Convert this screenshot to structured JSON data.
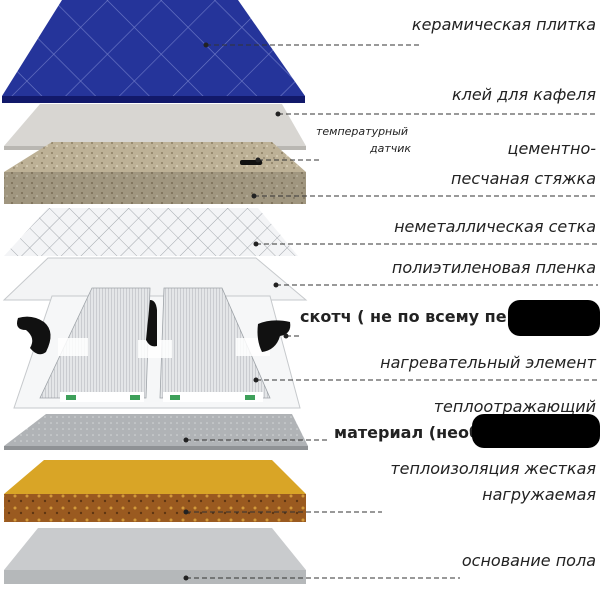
{
  "labels": {
    "ceramic_tile": "керамическая плитка",
    "tile_glue": "клей для кафеля",
    "temp_sensor_1": "температурный",
    "temp_sensor_2": "датчик",
    "screed_1": "цементно-",
    "screed_2": "песчаная стяжка",
    "mesh": "неметаллическая сетка",
    "film": "полиэтиленовая пленка",
    "tape": "скотч ( не по всему пер",
    "heater": "нагревательный элемент",
    "reflect_1": "теплоотражающий",
    "reflect_2": "материал (необ",
    "insulation_1": "теплоизоляция жесткая",
    "insulation_2": "нагружаемая",
    "base": "основание пола"
  },
  "colors": {
    "tile": "#1f2f8f",
    "tile_edge": "#12196a",
    "glue": "#d8d6d2",
    "screed": "#b8ab8e",
    "mesh": "#eceff2",
    "film": "#f2f3f4",
    "heater": "#d9dcdf",
    "reflector": "#aeb1b4",
    "insulation_top": "#d9a526",
    "insulation_side": "#8a4f1c",
    "base": "#c9cbcd",
    "leader": "#333333"
  }
}
